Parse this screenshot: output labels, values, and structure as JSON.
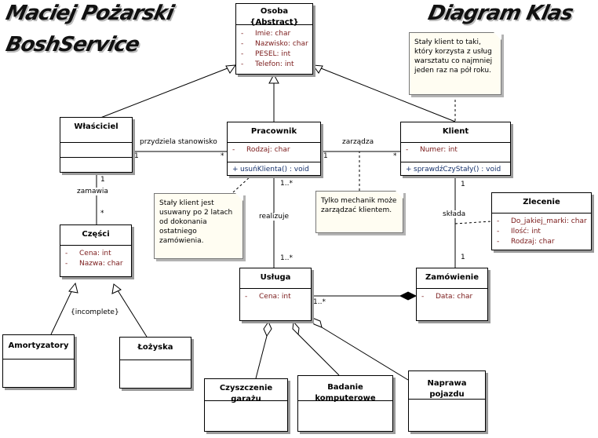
{
  "header": {
    "author_line1": "Maciej Pożarski",
    "author_line2": "BoshService",
    "diagram_title": "Diagram Klas"
  },
  "classes": {
    "osoba": {
      "name": "Osoba {Abstract}",
      "attributes": [
        {
          "vis": "-",
          "text": "Imie:  char"
        },
        {
          "vis": "-",
          "text": "Nazwisko:  char"
        },
        {
          "vis": "-",
          "text": "PESEL:  int"
        },
        {
          "vis": "-",
          "text": "Telefon:  int"
        }
      ]
    },
    "wlasciciel": {
      "name": "Właściciel"
    },
    "pracownik": {
      "name": "Pracownik",
      "attributes": [
        {
          "vis": "-",
          "text": "Rodzaj:  char"
        }
      ],
      "operations": [
        {
          "vis": "+",
          "text": "usuńKlienta() : void"
        }
      ]
    },
    "klient": {
      "name": "Klient",
      "attributes": [
        {
          "vis": "-",
          "text": "Numer:  int"
        }
      ],
      "operations": [
        {
          "vis": "+",
          "text": "sprawdźCzyStały() : void"
        }
      ]
    },
    "czesci": {
      "name": "Części",
      "attributes": [
        {
          "vis": "-",
          "text": "Cena:  int"
        },
        {
          "vis": "-",
          "text": "Nazwa:  char"
        }
      ]
    },
    "zlecenie": {
      "name": "Zlecenie",
      "attributes": [
        {
          "vis": "-",
          "text": "Do_jakiej_marki:  char"
        },
        {
          "vis": "-",
          "text": "Ilość:  int"
        },
        {
          "vis": "-",
          "text": "Rodzaj:  char"
        }
      ]
    },
    "usluga": {
      "name": "Usługa",
      "attributes": [
        {
          "vis": "-",
          "text": "Cena:  int"
        }
      ]
    },
    "zamowienie": {
      "name": "Zamówienie",
      "attributes": [
        {
          "vis": "-",
          "text": "Data:  char"
        }
      ]
    },
    "amortyzatory": {
      "name": "Amortyzatory"
    },
    "lozyska": {
      "name": "Łożyska"
    },
    "czyszczenie": {
      "name": "Czyszczenie garażu"
    },
    "badanie": {
      "name": "Badanie komputerowe"
    },
    "naprawa": {
      "name": "Naprawa pojazdu"
    }
  },
  "notes": {
    "klient_note": "Stały klient to taki, który korzysta z usług warsztatu co najmniej jeden raz na pół roku.",
    "usuwany_note": "Stały klient jest usuwany po 2 latach od dokonania ostatniego zamówienia.",
    "mechanik_note": "Tylko mechanik może zarządzać klientem."
  },
  "associations": {
    "przydziela": {
      "label": "przydziela stanowisko",
      "m1": "1",
      "m2": "*"
    },
    "zarzadza": {
      "label": "zarządza",
      "m1": "1",
      "m2": "*"
    },
    "zamawia": {
      "label": "zamawia",
      "m1": "1",
      "m2": "*"
    },
    "realizuje": {
      "label": "realizuje",
      "m1": "1..*",
      "m2": "1..*"
    },
    "sklada": {
      "label": "składa",
      "m1": "1",
      "m2": "1"
    },
    "usluga_zamowienie": {
      "m1": "1..*"
    },
    "incomplete": {
      "label": "{incomplete}"
    }
  }
}
